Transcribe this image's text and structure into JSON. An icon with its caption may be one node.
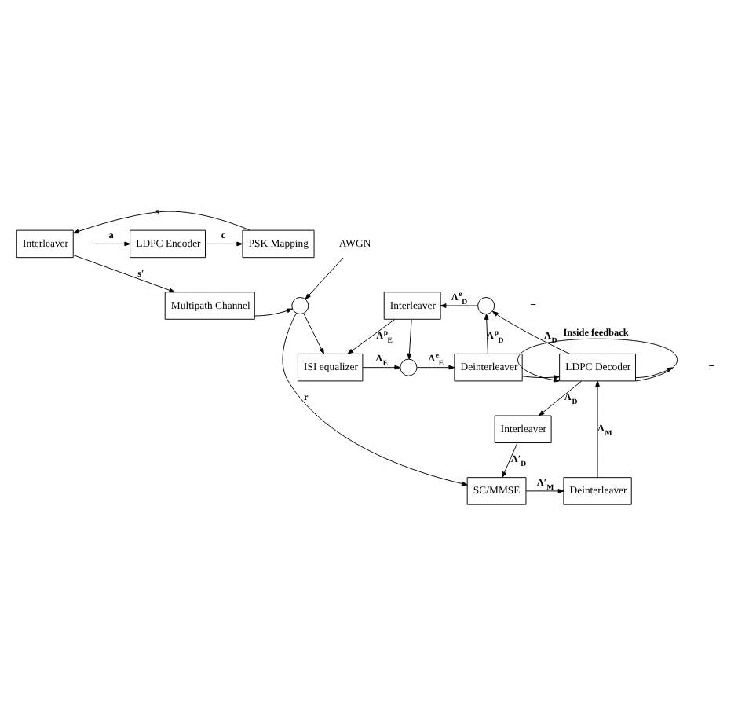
{
  "diagram": {
    "nodes": [
      {
        "text": [
          "LDPC Encoder"
        ]
      },
      {
        "text": [
          "PSK Mapping"
        ]
      },
      {
        "text": [
          "Interleaver"
        ]
      },
      {
        "text": [
          "Multipath Channel"
        ]
      },
      {
        "text": [],
        "shape": "circle"
      },
      {
        "text": [
          "AWGN"
        ]
      },
      {
        "text": [
          "Interleaver"
        ]
      },
      {
        "text": [],
        "shape": "circle"
      },
      {
        "text": [
          "ISI equalizer"
        ]
      },
      {
        "text": [],
        "shape": "circle"
      },
      {
        "text": [
          "Deinterleaver"
        ]
      },
      {
        "text": [
          "LDPC Decoder"
        ]
      },
      {
        "text": [
          "SC/MMSE"
        ]
      },
      {
        "text": [
          "Deinterleaver"
        ]
      },
      {
        "text": [
          "Interleaver"
        ]
      }
    ],
    "edges": [
      {
        "from": null,
        "to": 0,
        "arrow": "to",
        "label": "a"
      },
      {
        "from": 0,
        "to": 1,
        "arrow": "to",
        "label": "c"
      },
      {
        "from": 1,
        "to": 2,
        "arrow": "to",
        "label": "s"
      },
      {
        "from": 2,
        "to": 3,
        "arrow": "to",
        "label": "s′"
      },
      {
        "from": 3,
        "to": 4,
        "arrow": "to"
      },
      {
        "from": 5,
        "to": 4,
        "arrow": "to"
      },
      {
        "from": 4,
        "to": 8,
        "arrow": "to"
      },
      {
        "from": 4,
        "to": 12,
        "arrow": "to",
        "label": "r"
      },
      {
        "from": 11,
        "to": 7,
        "arrow": "to",
        "label": "Λ$_{D}$"
      },
      {
        "from": 7,
        "to": 6,
        "arrow": "to",
        "label": "Λ$^{e}$$_{D}$"
      },
      {
        "from": 6,
        "to": 8,
        "arrow": "to",
        "label": "Λ$^{p}$$_{E}$"
      },
      {
        "from": 6,
        "to": 9,
        "arrow": "to"
      },
      {
        "from": 8,
        "to": 9,
        "arrow": "to",
        "label": "Λ$_{E}$"
      },
      {
        "from": 9,
        "to": 10,
        "arrow": "to",
        "label": "Λ$^{e}$$_{E}$"
      },
      {
        "from": 10,
        "to": 11,
        "arrow": "to"
      },
      {
        "from": 10,
        "to": 7,
        "arrow": "to",
        "label": "Λ$^{p}$$_{D}$"
      },
      {
        "from": 12,
        "to": 13,
        "arrow": "to",
        "label": "Λ′$_{M}$"
      },
      {
        "from": 13,
        "to": 11,
        "arrow": "to",
        "label": "Λ$_{M}$"
      },
      {
        "from": 11,
        "to": 11,
        "arrow": "to",
        "label": "Inside feedback"
      },
      {
        "from": 11,
        "to": null,
        "arrow": "to"
      },
      {
        "from": 11,
        "to": 14,
        "arrow": "to",
        "label": "Λ$_{D}$"
      },
      {
        "from": 14,
        "to": 12,
        "arrow": "to",
        "label": "Λ′$_{D}$"
      }
    ],
    "labels": [
      "−",
      "−"
    ]
  }
}
